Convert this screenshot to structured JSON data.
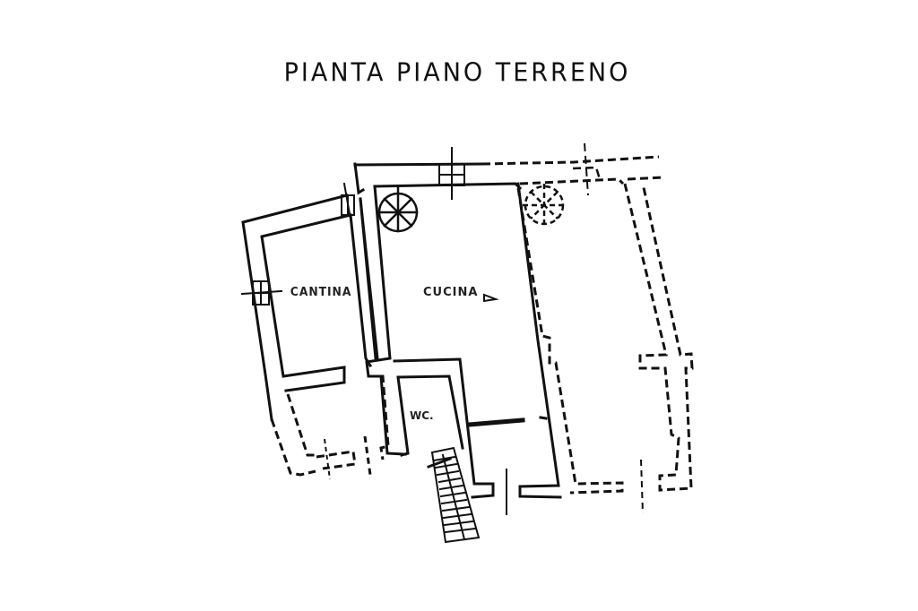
{
  "title": "PIANTA PIANO TERRENO",
  "rooms": [
    {
      "name": "cantina",
      "label": "CANTINA"
    },
    {
      "name": "cucina",
      "label": "CUCINA"
    },
    {
      "name": "wc",
      "label": "WC."
    }
  ],
  "colors": {
    "ink": "#111111",
    "paper": "#ffffff"
  }
}
